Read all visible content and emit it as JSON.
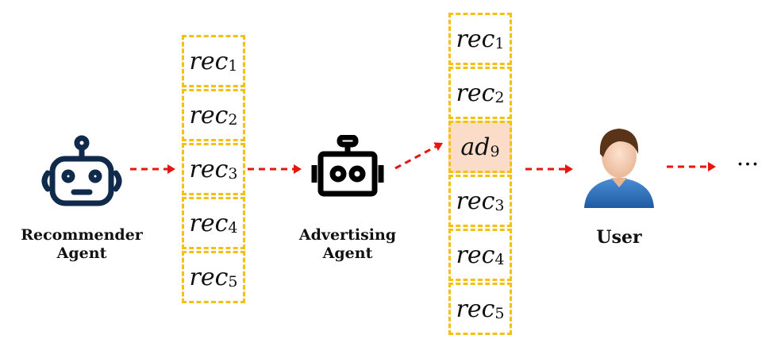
{
  "recommender": {
    "label_line1": "Recommender",
    "label_line2": "Agent"
  },
  "advertiser": {
    "label_line1": "Advertising",
    "label_line2": "Agent"
  },
  "user": {
    "label": "User"
  },
  "ellipsis": "···",
  "rec_list": [
    {
      "base": "rec",
      "sub": "1"
    },
    {
      "base": "rec",
      "sub": "2"
    },
    {
      "base": "rec",
      "sub": "3"
    },
    {
      "base": "rec",
      "sub": "4"
    },
    {
      "base": "rec",
      "sub": "5"
    }
  ],
  "final_list": [
    {
      "base": "rec",
      "sub": "1",
      "is_ad": false
    },
    {
      "base": "rec",
      "sub": "2",
      "is_ad": false
    },
    {
      "base": "ad",
      "sub": "9",
      "is_ad": true
    },
    {
      "base": "rec",
      "sub": "3",
      "is_ad": false
    },
    {
      "base": "rec",
      "sub": "4",
      "is_ad": false
    },
    {
      "base": "rec",
      "sub": "5",
      "is_ad": false
    }
  ],
  "colors": {
    "slot_border": "#f5c014",
    "ad_fill": "#fbdcc9",
    "arrow": "#e8140e",
    "robot": "#0f2a4a",
    "user_shirt": "#2f6fb5"
  },
  "icons": [
    "recommender-robot-icon",
    "advertising-robot-icon",
    "user-avatar-icon"
  ]
}
